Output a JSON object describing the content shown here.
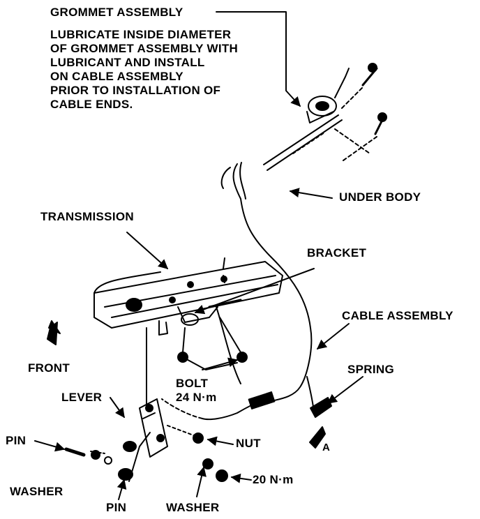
{
  "labels": {
    "grommet": "GROMMET ASSEMBLY",
    "note": [
      "LUBRICATE INSIDE DIAMETER",
      "OF GROMMET ASSEMBLY WITH",
      "LUBRICANT AND INSTALL",
      "ON CABLE ASSEMBLY",
      "PRIOR TO INSTALLATION OF",
      "CABLE ENDS."
    ],
    "under_body": "UNDER BODY",
    "transmission": "TRANSMISSION",
    "bracket": "BRACKET",
    "cable_assembly": "CABLE ASSEMBLY",
    "front": "FRONT",
    "spring": "SPRING",
    "bolt": "BOLT",
    "bolt_torque": "24 N·m",
    "lever": "LEVER",
    "nut": "NUT",
    "view_a": "A",
    "pin_left": "PIN",
    "washer_left": "WASHER",
    "pin_bottom": "PIN",
    "washer_bottom": "WASHER",
    "nut_torque": "20 N·m"
  },
  "colors": {
    "ink": "#000000",
    "paper": "#ffffff"
  }
}
